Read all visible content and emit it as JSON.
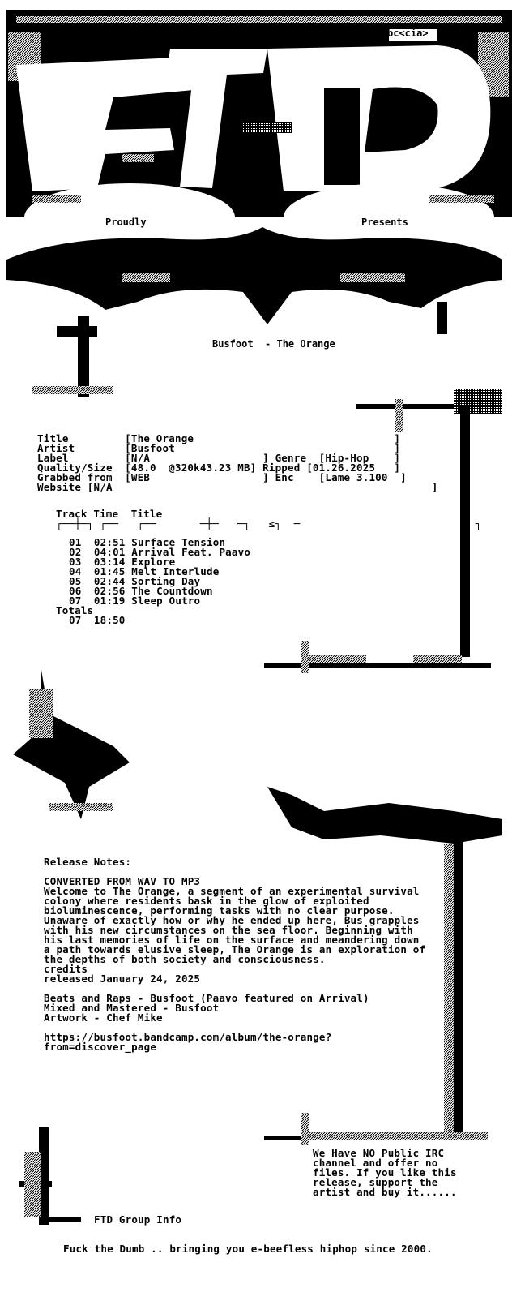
{
  "colors": {
    "background": "#ffffff",
    "ink": "#000000"
  },
  "header": {
    "tag": "bc<cia>",
    "proudly": "Proudly",
    "presents": "Presents",
    "release_title": "Busfoot  - The Orange"
  },
  "info": [
    "Title         [The Orange                                ]",
    "Artist        [Busfoot                                   ]",
    "Label         [N/A                  ] Genre  [Hip-Hop    ]",
    "Quality/Size  [48.0  @320k43.23 MB] Ripped [01.26.2025   ]",
    "Grabbed from  [WEB                  ] Enc    [Lame 3.100  ]",
    "Website [N/A                                                   ]"
  ],
  "tracklist": {
    "header": "Track Time  Title",
    "rule": "┌──┼─┐ ┌──   ┌──       ─┼─   ─┐   ≤┐  ─                            ┐",
    "tracks": [
      {
        "num": "01",
        "time": "02:51",
        "title": "Surface Tension"
      },
      {
        "num": "02",
        "time": "04:01",
        "title": "Arrival Feat. Paavo"
      },
      {
        "num": "03",
        "time": "03:14",
        "title": "Explore"
      },
      {
        "num": "04",
        "time": "01:45",
        "title": "Melt Interlude"
      },
      {
        "num": "05",
        "time": "02:44",
        "title": "Sorting Day"
      },
      {
        "num": "06",
        "time": "02:56",
        "title": "The Countdown"
      },
      {
        "num": "07",
        "time": "01:19",
        "title": "Sleep Outro"
      }
    ],
    "totals_label": "Totals",
    "totals_count": "07",
    "totals_time": "18:50"
  },
  "notes": {
    "heading": "Release Notes:",
    "lines": [
      "CONVERTED FROM WAV TO MP3",
      "Welcome to The Orange, a segment of an experimental survival",
      "colony where residents bask in the glow of exploited",
      "bioluminescence, performing tasks with no clear purpose.",
      "Unaware of exactly how or why he ended up here, Bus grapples",
      "with his new circumstances on the sea floor. Beginning with",
      "his last memories of life on the surface and meandering down",
      "a path towards elusive sleep, The Orange is an exploration of",
      "the depths of both society and consciousness.",
      "credits",
      "released January 24, 2025",
      "",
      "Beats and Raps - Busfoot (Paavo featured on Arrival)",
      "Mixed and Mastered - Busfoot",
      "Artwork - Chef Mike",
      "",
      "https://busfoot.bandcamp.com/album/the-orange?",
      "from=discover_page"
    ]
  },
  "irc_notice": [
    "We Have NO Public IRC",
    "channel and offer no",
    "files. If you like this",
    "release, support the",
    "artist and buy it......"
  ],
  "footer": {
    "group_info": "FTD Group Info",
    "motto": "Fuck the Dumb .. bringing you e-beefless hiphop since 2000."
  }
}
